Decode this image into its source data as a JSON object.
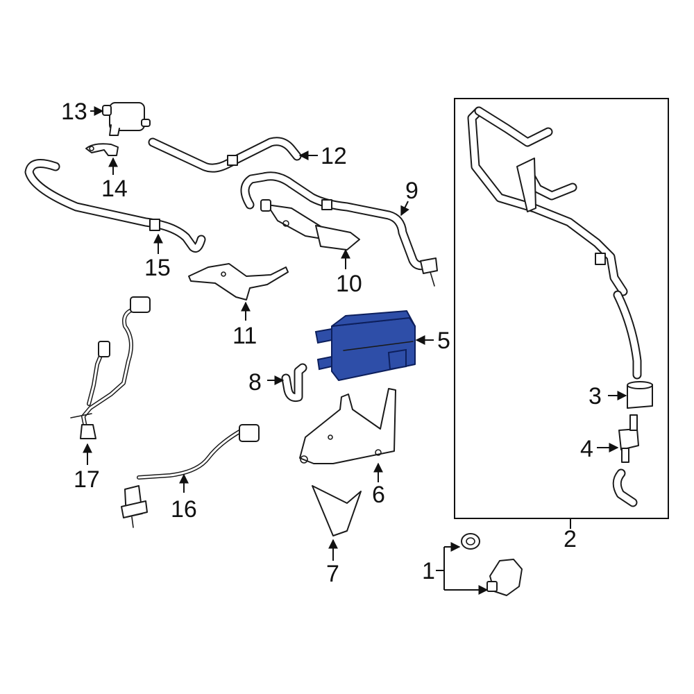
{
  "colors": {
    "highlight": "#2e4ea8",
    "highlight_stroke": "#0d1f5c",
    "line": "#1a1a1a",
    "background": "#ffffff"
  },
  "highlighted_part": "5",
  "callouts": {
    "c1": "1",
    "c2": "2",
    "c3": "3",
    "c4": "4",
    "c5": "5",
    "c6": "6",
    "c7": "7",
    "c8": "8",
    "c9": "9",
    "c10": "10",
    "c11": "11",
    "c12": "12",
    "c13": "13",
    "c14": "14",
    "c15": "15",
    "c16": "16",
    "c17": "17"
  }
}
